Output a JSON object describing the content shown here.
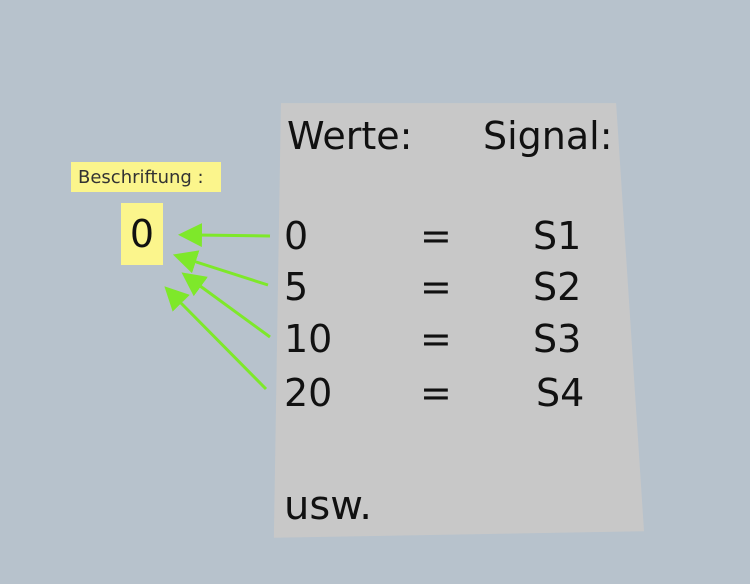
{
  "caption": {
    "label": "Beschriftung :",
    "value": "0"
  },
  "table": {
    "headers": {
      "values": "Werte:",
      "signals": "Signal:"
    },
    "rows": [
      {
        "value": "0",
        "eq": "=",
        "signal": "S1"
      },
      {
        "value": "5",
        "eq": "=",
        "signal": "S2"
      },
      {
        "value": "10",
        "eq": "=",
        "signal": "S3"
      },
      {
        "value": "20",
        "eq": "=",
        "signal": "S4"
      }
    ],
    "footer": "usw."
  },
  "colors": {
    "background": "#b7c2cc",
    "panel": "#c8c8c8",
    "highlight": "#fbf58c",
    "arrow": "#7ee82a"
  }
}
